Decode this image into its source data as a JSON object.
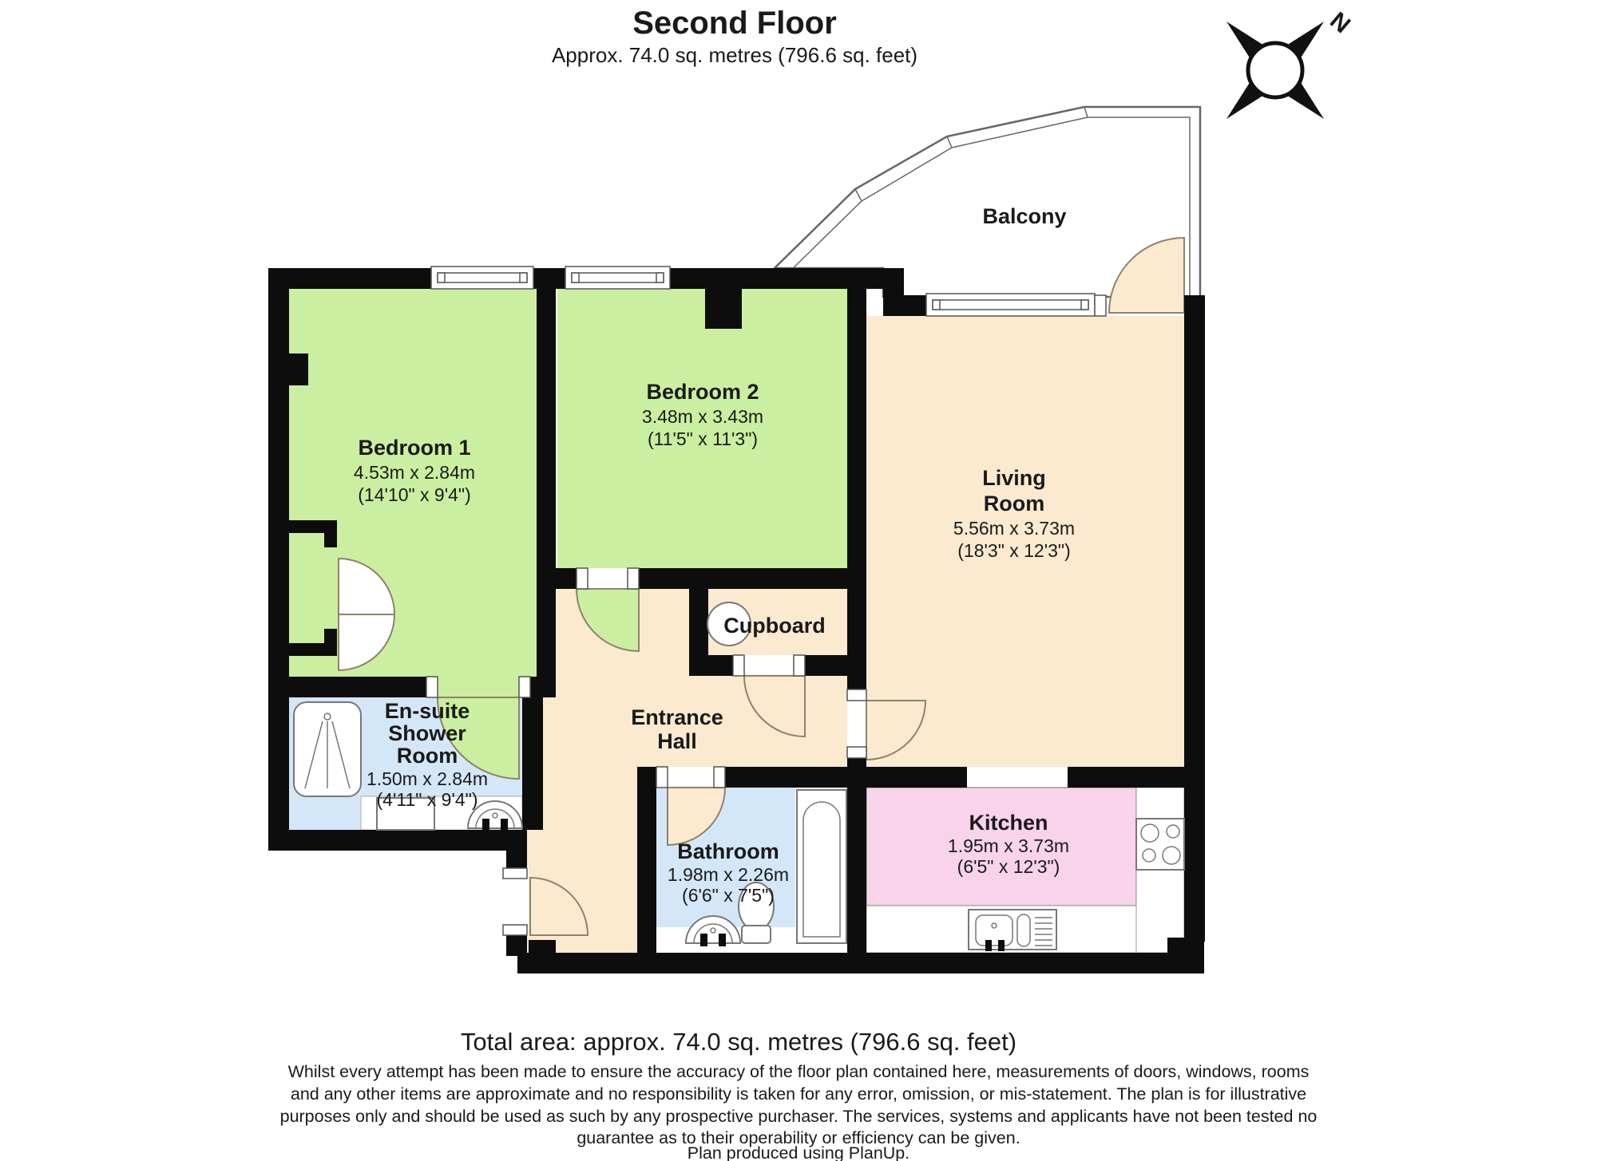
{
  "title": {
    "heading": "Second Floor",
    "subtitle": "Approx. 74.0 sq. metres (796.6 sq. feet)"
  },
  "compass": {
    "north_label": "N"
  },
  "rooms": {
    "balcony": {
      "name": "Balcony"
    },
    "bedroom1": {
      "name": "Bedroom 1",
      "metric": "4.53m x 2.84m",
      "imperial": "(14'10\" x 9'4\")"
    },
    "bedroom2": {
      "name": "Bedroom 2",
      "metric": "3.48m x 3.43m",
      "imperial": "(11'5\" x 11'3\")"
    },
    "living": {
      "name_line1": "Living",
      "name_line2": "Room",
      "metric": "5.56m x 3.73m",
      "imperial": "(18'3\" x 12'3\")"
    },
    "cupboard": {
      "name": "Cupboard"
    },
    "hall": {
      "name_line1": "Entrance",
      "name_line2": "Hall"
    },
    "ensuite": {
      "name_line1": "En-suite",
      "name_line2": "Shower",
      "name_line3": "Room",
      "metric": "1.50m x 2.84m",
      "imperial": "(4'11\" x 9'4\")"
    },
    "bathroom": {
      "name": "Bathroom",
      "metric": "1.98m x 2.26m",
      "imperial": "(6'6\" x 7'5\")"
    },
    "kitchen": {
      "name": "Kitchen",
      "metric": "1.95m x 3.73m",
      "imperial": "(6'5\" x 12'3\")"
    }
  },
  "footer": {
    "total_area": "Total area: approx. 74.0 sq. metres (796.6 sq. feet)",
    "disclaimer_lines": [
      "Whilst every attempt has been made to ensure the accuracy of the floor plan contained here, measurements of doors, windows, rooms",
      "and any other items are approximate and no responsibility is taken for any error, omission, or mis-statement. The plan is for illustrative",
      "purposes only and should be used as such by any prospective purchaser. The services, systems and applicants have not been tested no",
      "guarantee as to their operability or efficiency can be given.",
      "Plan produced using PlanUp."
    ]
  },
  "colors": {
    "bedroom_fill": "#cbefa0",
    "hall_living_fill": "#fbead0",
    "bathroom_fill": "#d4e7f8",
    "kitchen_fill": "#f8d3e9",
    "wall": "#0d0d0d"
  }
}
